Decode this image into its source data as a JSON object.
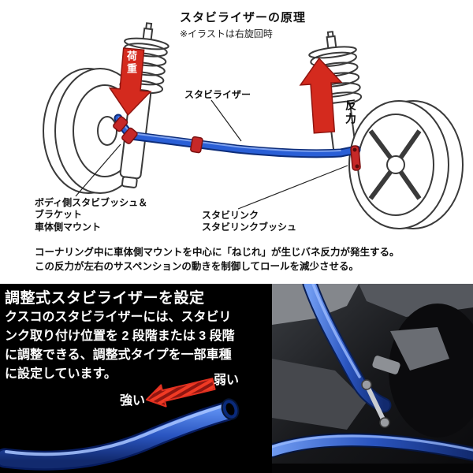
{
  "principle": {
    "title": "スタビライザーの原理",
    "note": "※イラストは右旋回時",
    "load_label": "荷重",
    "reaction_label": "反力",
    "stabilizer_label": "スタビライザー",
    "mount_label": "ボディ側スタビブッシュ＆\nブラケット\n車体側マウント",
    "link_label": "スタビリンク\nスタビリンクブッシュ",
    "description": "コーナリング中に車体側マウントを中心に「ねじれ」が生じバネ反力が発生する。\nこの反力が左右のサスペンションの動きを制御してロールを減少させる。"
  },
  "adjustable": {
    "title": "調整式スタビライザーを設定",
    "body": "クスコのスタビライザーには、スタビリンク取り付け位置を 2 段階または 3 段階に調整できる、調整式タイプを一部車種に設定しています。",
    "strong_label": "強い",
    "weak_label": "弱い"
  },
  "colors": {
    "accent_red": "#d42a1e",
    "stabilizer_blue": "#2a5fd6",
    "line_art": "#3a3a3a",
    "background_black": "#000000"
  }
}
